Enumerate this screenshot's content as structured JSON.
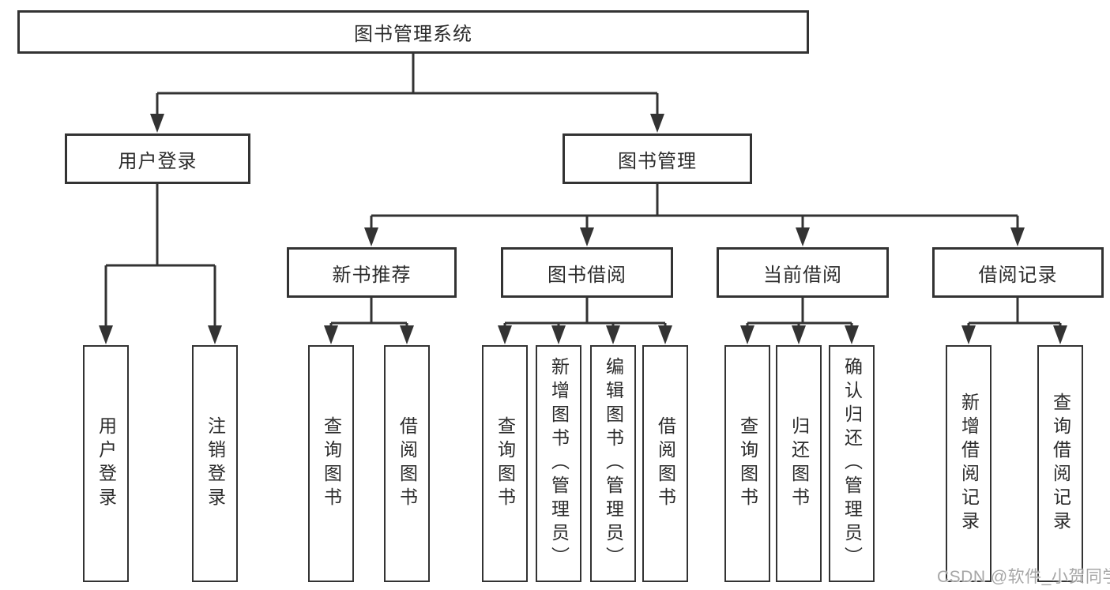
{
  "diagram": {
    "root": {
      "label": "图书管理系统"
    },
    "branches": {
      "user": {
        "label": "用户登录",
        "children": [
          "用户登录",
          "注销登录"
        ]
      },
      "book": {
        "label": "图书管理",
        "sections": [
          {
            "label": "新书推荐",
            "children": [
              "查询图书",
              "借阅图书"
            ]
          },
          {
            "label": "图书借阅",
            "children": [
              "查询图书",
              "新增图书（管理员）",
              "编辑图书（管理员）",
              "借阅图书"
            ]
          },
          {
            "label": "当前借阅",
            "children": [
              "查询图书",
              "归还图书",
              "确认归还（管理员）"
            ]
          },
          {
            "label": "借阅记录",
            "children": [
              "新增借阅记录",
              "查询借阅记录"
            ]
          }
        ]
      }
    }
  },
  "watermark": {
    "text": "CSDN @软件_小贺同学"
  },
  "colors": {
    "line": "#333333",
    "box_border": "#333333",
    "box_fill": "#ffffff",
    "background": "#ffffff",
    "text": "#2b2b2b",
    "watermark": "#969696"
  }
}
